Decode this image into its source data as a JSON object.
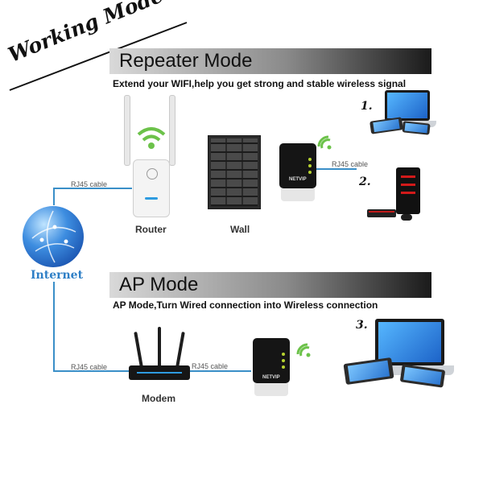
{
  "title": "Working Mode",
  "repeater": {
    "heading": "Repeater Mode",
    "subtitle": "Extend your WIFI,help you get strong and stable wireless signal",
    "router_label": "Router",
    "wall_label": "Wall",
    "cable_label": "RJ45 cable",
    "cable_label_2": "RJ45 cable",
    "device_label": "NETVIP",
    "step1": "1.",
    "step2": "2."
  },
  "internet_label": "Internet",
  "ap": {
    "heading": "AP Mode",
    "subtitle": "AP Mode,Turn Wired connection into Wireless connection",
    "modem_label": "Modem",
    "cable_label_1": "RJ45 cable",
    "cable_label_2": "RJ45 cable",
    "device_label": "NETVIP",
    "step3": "3."
  },
  "colors": {
    "cable": "#3a8fc8",
    "wifi": "#6cc24a",
    "globe": "#2f7fd8"
  }
}
